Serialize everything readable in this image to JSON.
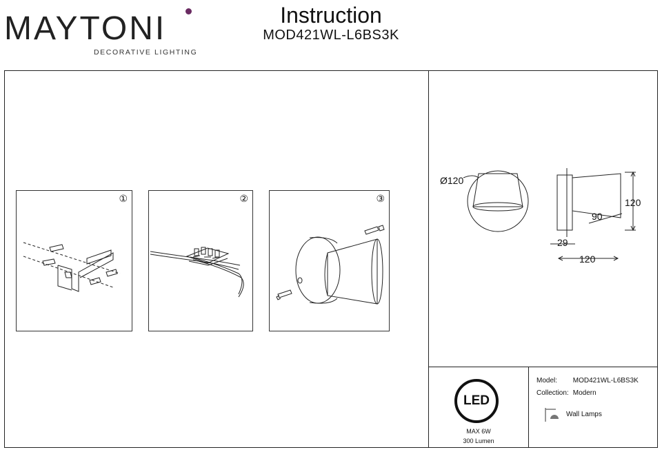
{
  "brand": {
    "name": "MAYTONI",
    "tagline": "DECORATIVE LIGHTING",
    "accent_color": "#6a2b62"
  },
  "header": {
    "title": "Instruction",
    "model": "MOD421WL-L6BS3K"
  },
  "steps": [
    {
      "number": "①"
    },
    {
      "number": "②"
    },
    {
      "number": "③"
    }
  ],
  "dimensions": {
    "diameter": "Ø120",
    "height": "120",
    "shade_length": "90",
    "base_depth": "29",
    "total_depth": "120"
  },
  "specs": {
    "led_badge": "LED",
    "power": "MAX 6W",
    "lumen": "300 Lumen",
    "model_label": "Model:",
    "model_value": "MOD421WL-L6BS3K",
    "collection_label": "Collection:",
    "collection_value": "Modern",
    "category_icon": "wall-lamp-icon",
    "category": "Wall Lamps"
  }
}
